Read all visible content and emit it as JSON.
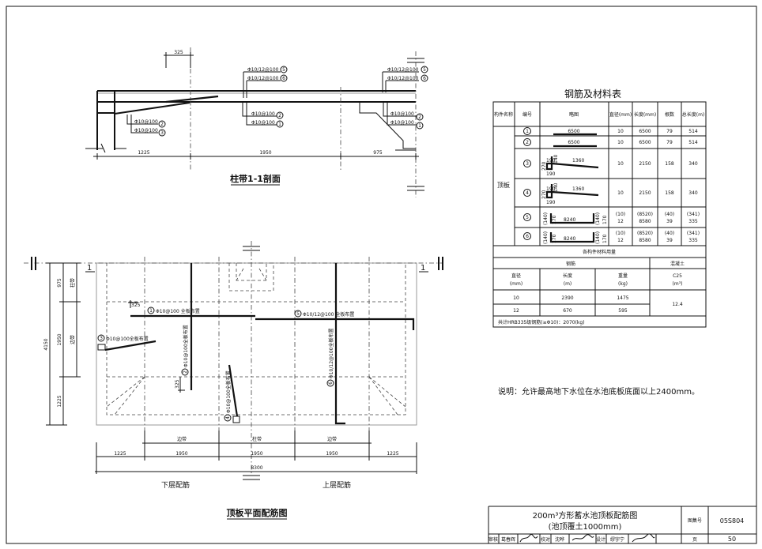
{
  "section": {
    "title": "柱带1-1剖面",
    "dim_top": "325",
    "dims": [
      "1225",
      "1950",
      "975"
    ],
    "callouts_mid_top": [
      "Φ10/12@100",
      "Φ10/12@100"
    ],
    "callouts_mid_top_marks": [
      "5",
      "6"
    ],
    "callouts_mid_bot": [
      "Φ10@100",
      "Φ10@100"
    ],
    "callouts_mid_bot_marks": [
      "2",
      "1"
    ],
    "callouts_left": [
      "Φ10@100",
      "Φ10@100"
    ],
    "callouts_left_marks": [
      "2",
      "3"
    ],
    "callouts_right_top": [
      "Φ10/12@100",
      "Φ10/12@100"
    ],
    "callouts_right_top_marks": [
      "5",
      "6"
    ],
    "callouts_right_bot": [
      "Φ10@100",
      "Φ10@100"
    ],
    "callouts_right_bot_marks": [
      "2",
      "1"
    ]
  },
  "plan": {
    "title": "顶板平面配筋图",
    "section_mark": "1",
    "left_total": "4150",
    "left_dims": [
      "975",
      "1950",
      "1225"
    ],
    "left_bands": [
      "柱带",
      "边带"
    ],
    "bottom_bands": [
      "边带",
      "柱带",
      "边带"
    ],
    "bottom_dims": [
      "1225",
      "1950",
      "1950",
      "1950",
      "1225"
    ],
    "bottom_total": "8300",
    "dim_325": "325",
    "lower_label": "下层配筋",
    "upper_label": "上层配筋",
    "rebar_labels": {
      "r1": {
        "mark": "1",
        "text": "Φ10@100  全板布置"
      },
      "r2": {
        "mark": "2",
        "text": "Φ10@100全板布置"
      },
      "r3": {
        "mark": "3",
        "text": "Φ10@100全板布置"
      },
      "r4": {
        "mark": "4",
        "text": "Φ10@100全板布置"
      },
      "r5": {
        "mark": "5",
        "text": "Φ10/12@100  全板布置"
      },
      "r6": {
        "mark": "6",
        "text": "Φ10/12@100全板布置"
      }
    }
  },
  "rebar_table": {
    "title": "钢筋及材料表",
    "headers": [
      "构件名称",
      "编号",
      "略图",
      "直径(mm)",
      "长度(mm)",
      "根数",
      "总长度(m)"
    ],
    "member": "顶板",
    "rows": [
      {
        "no": "1",
        "sketch": "6500",
        "dia": "10",
        "len": "6500",
        "count": "79",
        "total": "514"
      },
      {
        "no": "2",
        "sketch": "6500",
        "dia": "10",
        "len": "6500",
        "count": "79",
        "total": "514"
      },
      {
        "no": "3",
        "sketch": "1360",
        "sk_a": "190",
        "sk_b": "140",
        "sk_c": "270",
        "sk_d": "190",
        "dia": "10",
        "len": "2150",
        "count": "158",
        "total": "340"
      },
      {
        "no": "4",
        "sketch": "1360",
        "sk_a": "190",
        "sk_b": "140",
        "sk_c": "270",
        "sk_d": "190",
        "dia": "10",
        "len": "2150",
        "count": "158",
        "total": "340"
      },
      {
        "no": "5",
        "sketch": "8240",
        "sk_a": "(140)",
        "sk_b": "170",
        "dia1": "(10)",
        "dia2": "12",
        "len1": "(8520)",
        "len2": "8580",
        "count1": "(40)",
        "count2": "39",
        "total1": "(341)",
        "total2": "335"
      },
      {
        "no": "6",
        "sketch": "8240",
        "sk_a": "(140)",
        "sk_b": "170",
        "dia1": "(10)",
        "dia2": "12",
        "len1": "(8520)",
        "len2": "8580",
        "count1": "(40)",
        "count2": "39",
        "total1": "(341)",
        "total2": "335"
      }
    ],
    "usage_title": "各构件材料用量",
    "steel_label": "钢筋",
    "concrete_label": "混凝土",
    "usage_headers": [
      [
        "直径",
        "(mm)"
      ],
      [
        "长度",
        "(m)"
      ],
      [
        "重量",
        "(kg)"
      ],
      [
        "C25",
        "(m³)"
      ]
    ],
    "usage_rows": [
      {
        "dia": "10",
        "len": "2390",
        "weight": "1475"
      },
      {
        "dia": "12",
        "len": "670",
        "weight": "595"
      }
    ],
    "concrete_value": "12.4",
    "total_note": "共计HRB335级钢筋(≥Φ10)：2070(kg)"
  },
  "note": "说明：允许最高地下水位在水池底板底面以上2400mm。",
  "title_block": {
    "title_line1": "200m³方形蓄水池顶板配筋图",
    "title_line2": "(池顶覆土1000mm)",
    "atlas_label": "图集号",
    "atlas_no": "05S804",
    "page_label": "页",
    "page_no": "50",
    "review_label": "审核",
    "reviewer": "葛春辉",
    "check_label": "校对",
    "checker": "沈晔",
    "design_label": "设计",
    "designer": "缪宇宁",
    "signatures": [
      "葛春辉",
      "沈晔",
      "缪宇宁"
    ]
  }
}
